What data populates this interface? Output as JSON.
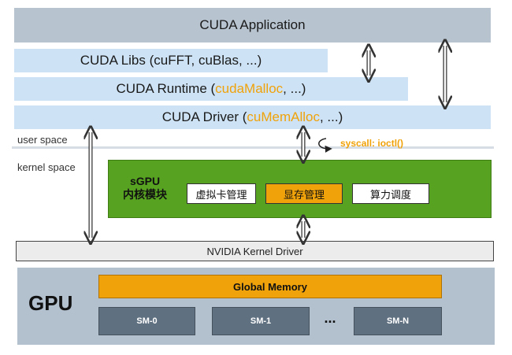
{
  "layers": {
    "application": "CUDA Application",
    "libs": {
      "prefix": "CUDA Libs (cuFFT, cuBlas, ...)"
    },
    "runtime": {
      "prefix": "CUDA Runtime (",
      "highlight": "cudaMalloc",
      "suffix": ", ...)"
    },
    "driver": {
      "prefix": "CUDA Driver (",
      "highlight": "cuMemAlloc",
      "suffix": ", ...)"
    }
  },
  "spaces": {
    "user": "user space",
    "kernel": "kernel space"
  },
  "syscall": "syscall: ioctl()",
  "sgpu": {
    "title_line1": "sGPU",
    "title_line2": "内核模块",
    "modules": [
      "虚拟卡管理",
      "显存管理",
      "算力调度"
    ]
  },
  "kernel_driver": "NVIDIA Kernel Driver",
  "gpu": {
    "label": "GPU",
    "global_memory": "Global Memory",
    "sms": [
      "SM-0",
      "SM-1",
      "SM-N"
    ],
    "ellipsis": "..."
  },
  "colors": {
    "highlight": "#f0a20a",
    "sgpu_green": "#57a321",
    "app_gray": "#b7c3cf",
    "api_blue": "#cde3f5",
    "gpu_bg": "#b3c1cf",
    "sm_gray": "#5f7081"
  }
}
